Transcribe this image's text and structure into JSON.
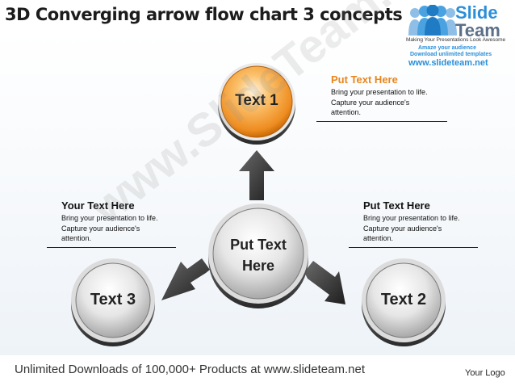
{
  "title": "3D Converging arrow flow chart 3 concepts",
  "logo": {
    "slide": "Slide",
    "team": "Team",
    "tagline": "Making Your Presentations Look Awesome",
    "line1": "Amaze your audience",
    "line2": "Download unlimited templates",
    "url": "www.slideteam.net"
  },
  "diagram": {
    "center_label": [
      "Put Text",
      "Here"
    ],
    "circle_top": "Text 1",
    "circle_right": "Text 2",
    "circle_left": "Text 3"
  },
  "blocks": {
    "top": {
      "heading": "Put Text Here",
      "body": [
        "Bring your presentation to life.",
        "Capture your audience's",
        "attention."
      ]
    },
    "left": {
      "heading": "Your Text Here",
      "body": [
        "Bring your presentation to life.",
        "Capture your audience's",
        "attention."
      ]
    },
    "right": {
      "heading": "Put Text Here",
      "body": [
        "Bring your presentation to life.",
        "Capture your audience's",
        "attention."
      ]
    }
  },
  "watermark": "www.SlideTeam.net",
  "footer": "Unlimited Downloads of 100,000+ Products at www.slideteam.net",
  "your_logo": "Your Logo",
  "colors": {
    "orange_heading": "#e8861b",
    "brand_blue": "#2b8fd8",
    "orange_circle": "#f2962e",
    "arrow": "#3d3d3d"
  }
}
